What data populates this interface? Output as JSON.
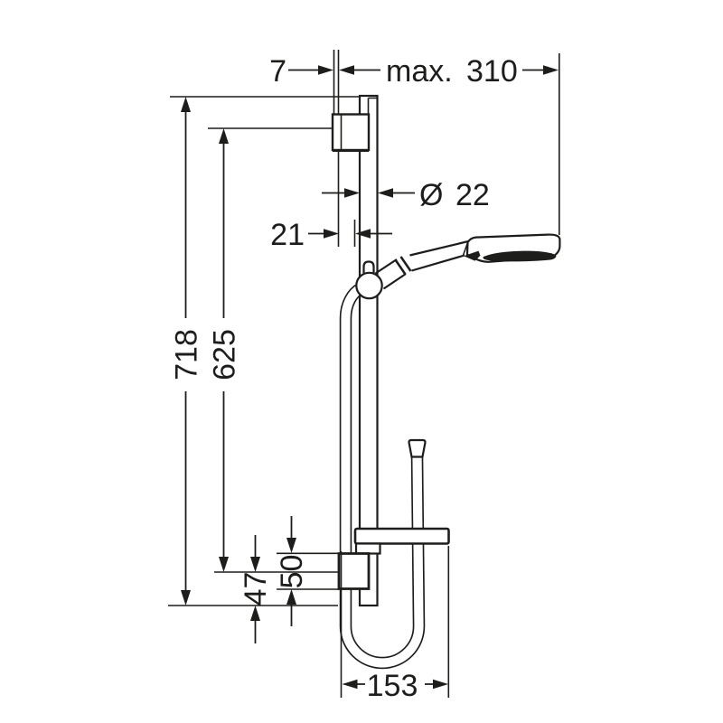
{
  "drawing": {
    "type": "shower-set-dimension-drawing",
    "line_color": "#1d1d1b",
    "background_color": "#ffffff"
  },
  "dims": {
    "wall_offset": "7",
    "max_prefix": "max.",
    "max_value": "310",
    "diameter_symbol": "Ø",
    "diameter_value": "22",
    "holder_offset": "21",
    "total_height": "718",
    "bracket_distance": "625",
    "bracket_height": "50",
    "end_offset": "47",
    "loop_width": "153"
  }
}
